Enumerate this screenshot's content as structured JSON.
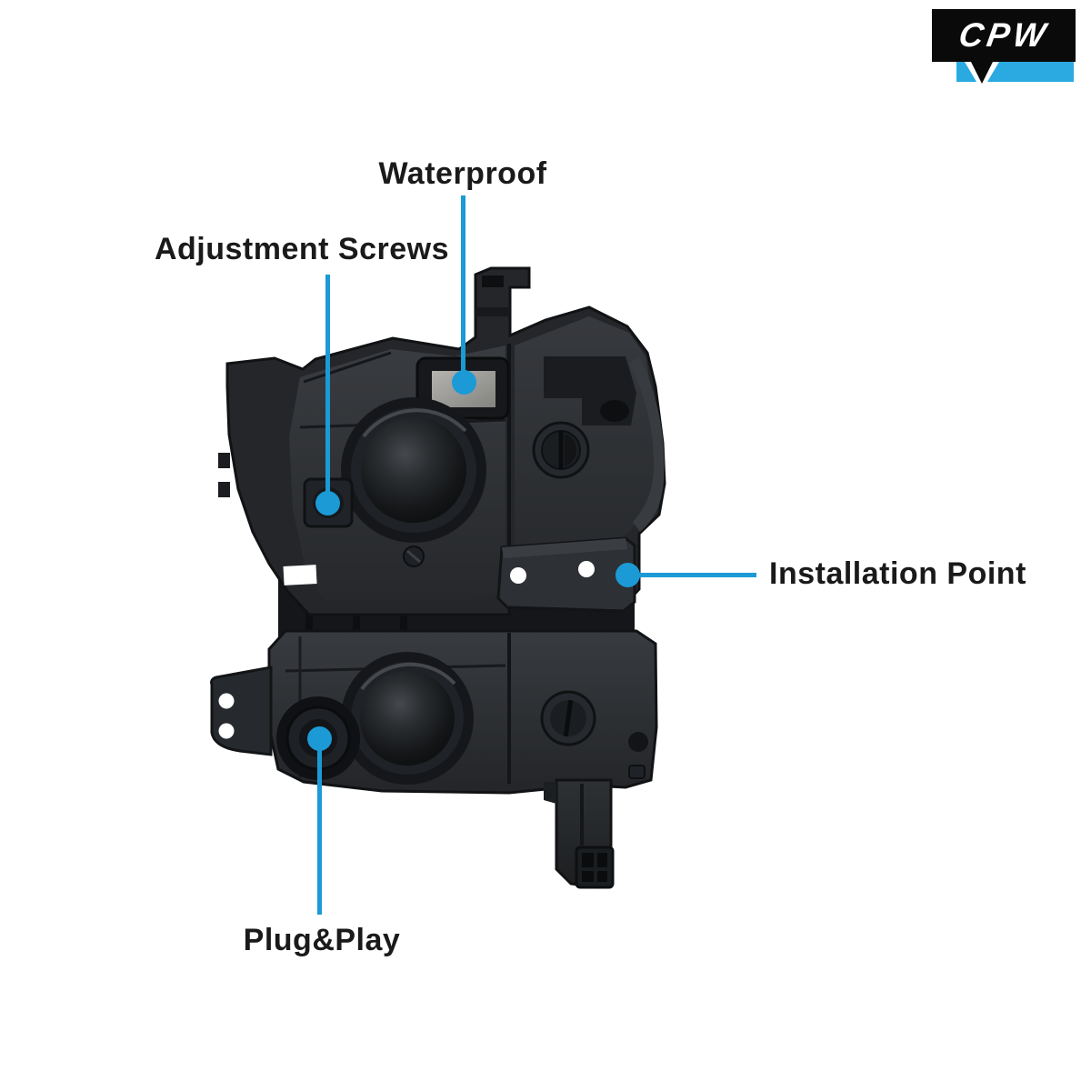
{
  "logo": {
    "text": "CPW"
  },
  "callouts": {
    "waterproof": "Waterproof",
    "adjustment_screws": "Adjustment Screws",
    "installation_point": "Installation Point",
    "plug_play": "Plug&Play"
  },
  "colors": {
    "callout_accent": "#1B9AD5",
    "logo_blue": "#2AAAE1",
    "label_text": "#1A1A1A",
    "background": "#FFFFFF",
    "housing_dark": "#1C1E20"
  }
}
